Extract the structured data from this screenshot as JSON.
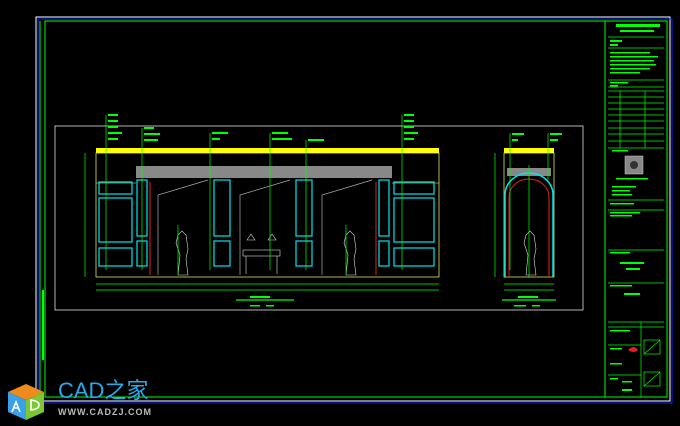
{
  "watermark": {
    "title": "CAD之家",
    "url": "WWW.CADZJ.COM",
    "logo_letters": "AD"
  },
  "colors": {
    "background": "#000000",
    "frame": "#00ff00",
    "outline": "#ffffff",
    "panel": "#00e5ee",
    "cornice": "#ffff00",
    "accent": "#ff2020",
    "border": "#0000ff"
  },
  "drawing": {
    "views": [
      "main-elevation",
      "side-elevation"
    ],
    "revision_rows": 9
  }
}
